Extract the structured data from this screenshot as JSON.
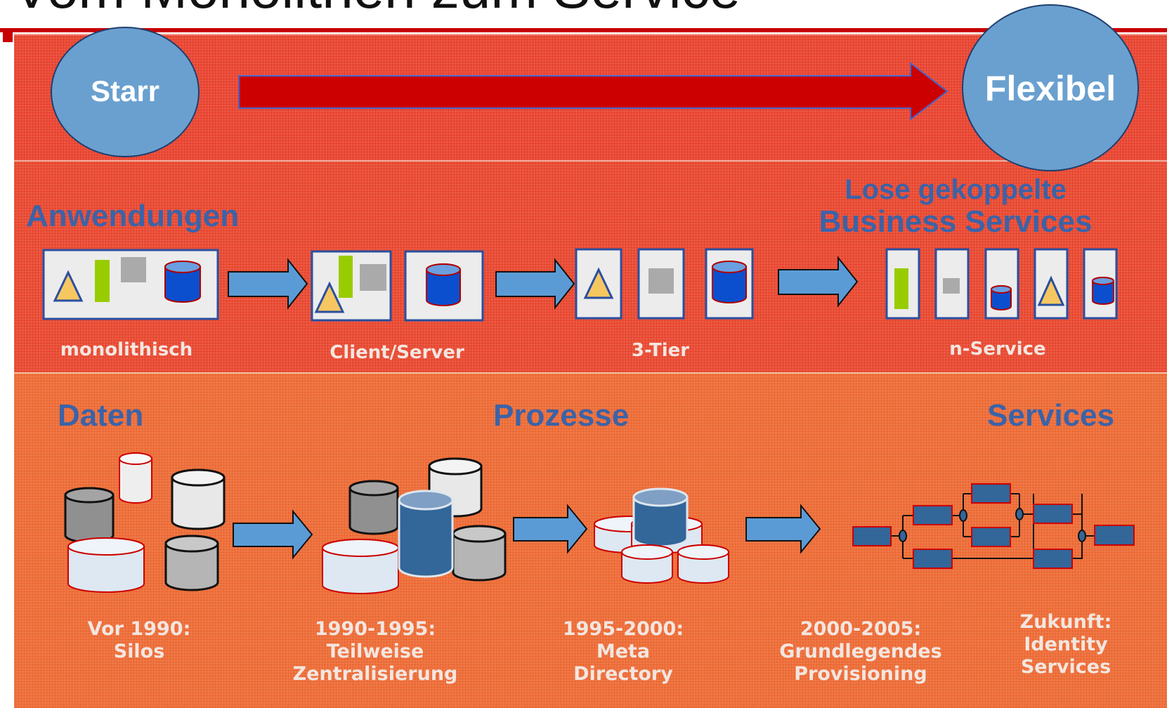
{
  "title": "Vom Monolithen zum Service",
  "scale": {
    "start": "Starr",
    "end": "Flexibel"
  },
  "applications": {
    "heading": "Anwendungen",
    "target_heading_line1": "Lose gekoppelte",
    "target_heading_line2": "Business Services",
    "stages": [
      {
        "label": "monolithisch"
      },
      {
        "label": "Client/Server"
      },
      {
        "label": "3-Tier"
      },
      {
        "label": "n-Service"
      }
    ]
  },
  "data_section": {
    "headings": {
      "left": "Daten",
      "center": "Prozesse",
      "right": "Services"
    },
    "eras": [
      {
        "line1": "Vor 1990:",
        "line2": "Silos",
        "line3": ""
      },
      {
        "line1": "1990-1995:",
        "line2": "Teilweise",
        "line3": "Zentralisierung"
      },
      {
        "line1": "1995-2000:",
        "line2": "Meta",
        "line3": "Directory"
      },
      {
        "line1": "2000-2005:",
        "line2": "Grundlegendes",
        "line3": "Provisioning"
      },
      {
        "line1": "Zukunft:",
        "line2": "Identity",
        "line3": "Services"
      }
    ]
  },
  "colors": {
    "band_top": "#e8432f",
    "band_middle": "#e8472f",
    "band_bottom": "#ec6a34",
    "accent_red": "#c80000",
    "circle_blue": "#6aa0cf",
    "heading_blue": "#3b63a8",
    "arrow_blue": "#5b9bd5",
    "db_dark_blue": "#336699",
    "triangle_yellow": "#f6c760",
    "bar_green": "#99cc00"
  }
}
